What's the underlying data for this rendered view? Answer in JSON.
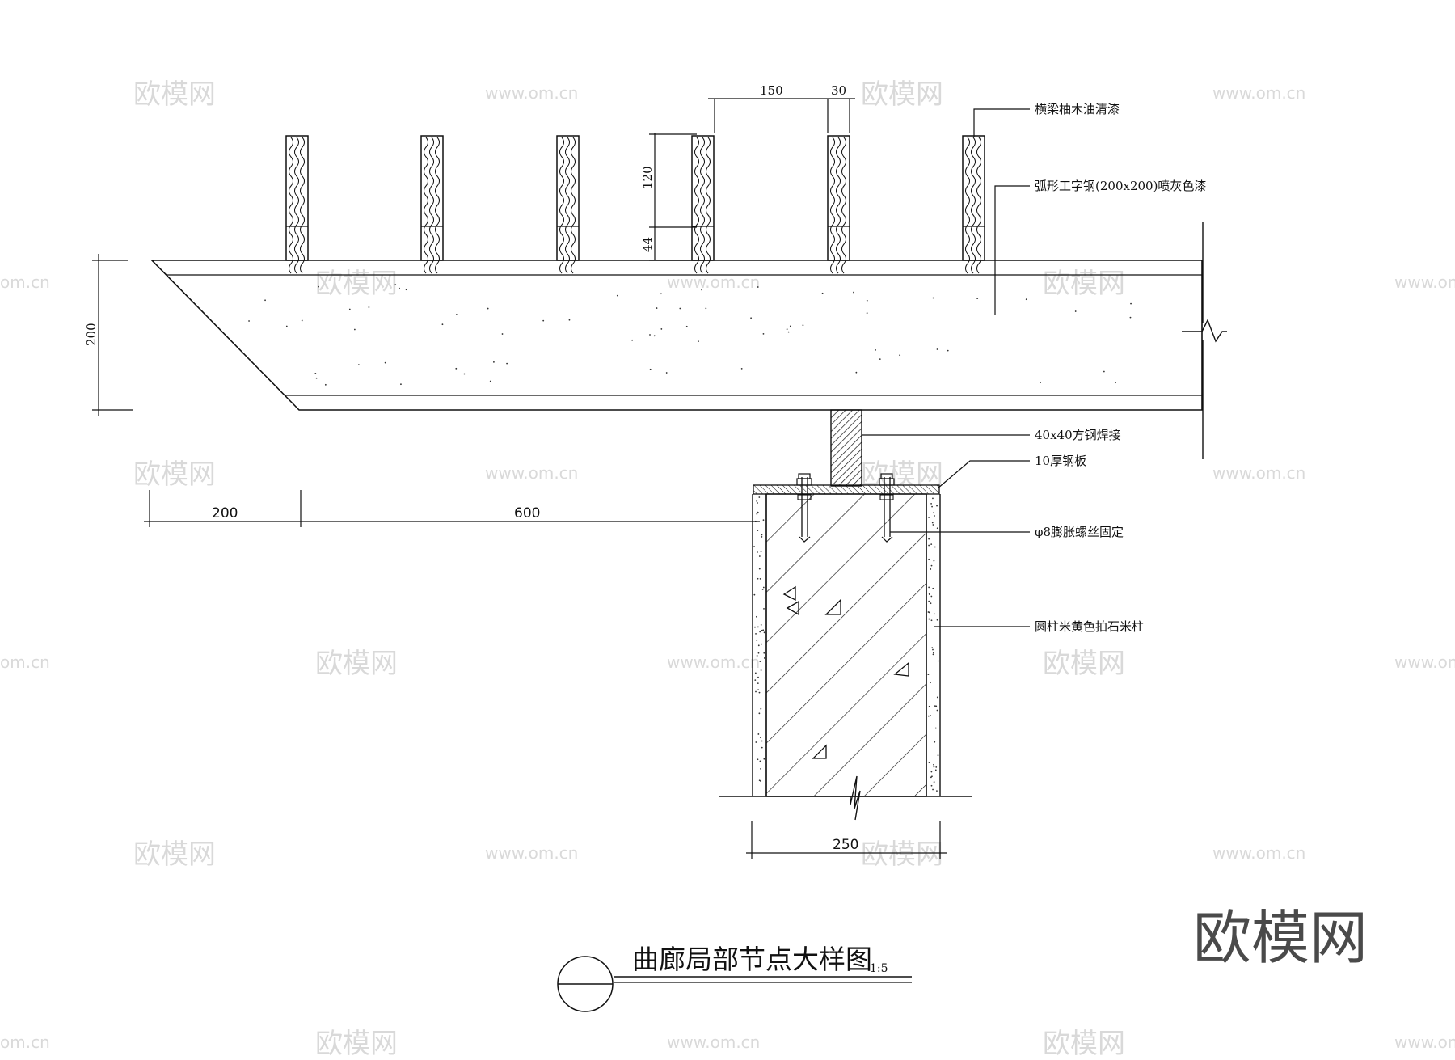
{
  "title": {
    "main": "曲廊局部节点大样图",
    "scale": "1:5"
  },
  "dimensions": {
    "slat_width": "150",
    "slat_thickness": "30",
    "slat_height": "120",
    "slat_bottom": "44",
    "beam_height": "200",
    "overhang": "200",
    "to_column": "600",
    "column_width": "250"
  },
  "annotations": {
    "crossbeam": "横梁柚木油清漆",
    "steel_beam": "弧形工字钢(200x200)喷灰色漆",
    "square_steel": "40x40方钢焊接",
    "steel_plate": "10厚钢板",
    "expansion_bolt": "φ8膨胀螺丝固定",
    "column": "圆柱米黄色拍石米柱"
  },
  "watermarks": {
    "brand": "欧模网",
    "url": "www.om.cn",
    "url_partial": "om.cn"
  },
  "colors": {
    "line": "#111111",
    "watermark": "#d9d9d9",
    "brand": "#4a4a4a"
  }
}
